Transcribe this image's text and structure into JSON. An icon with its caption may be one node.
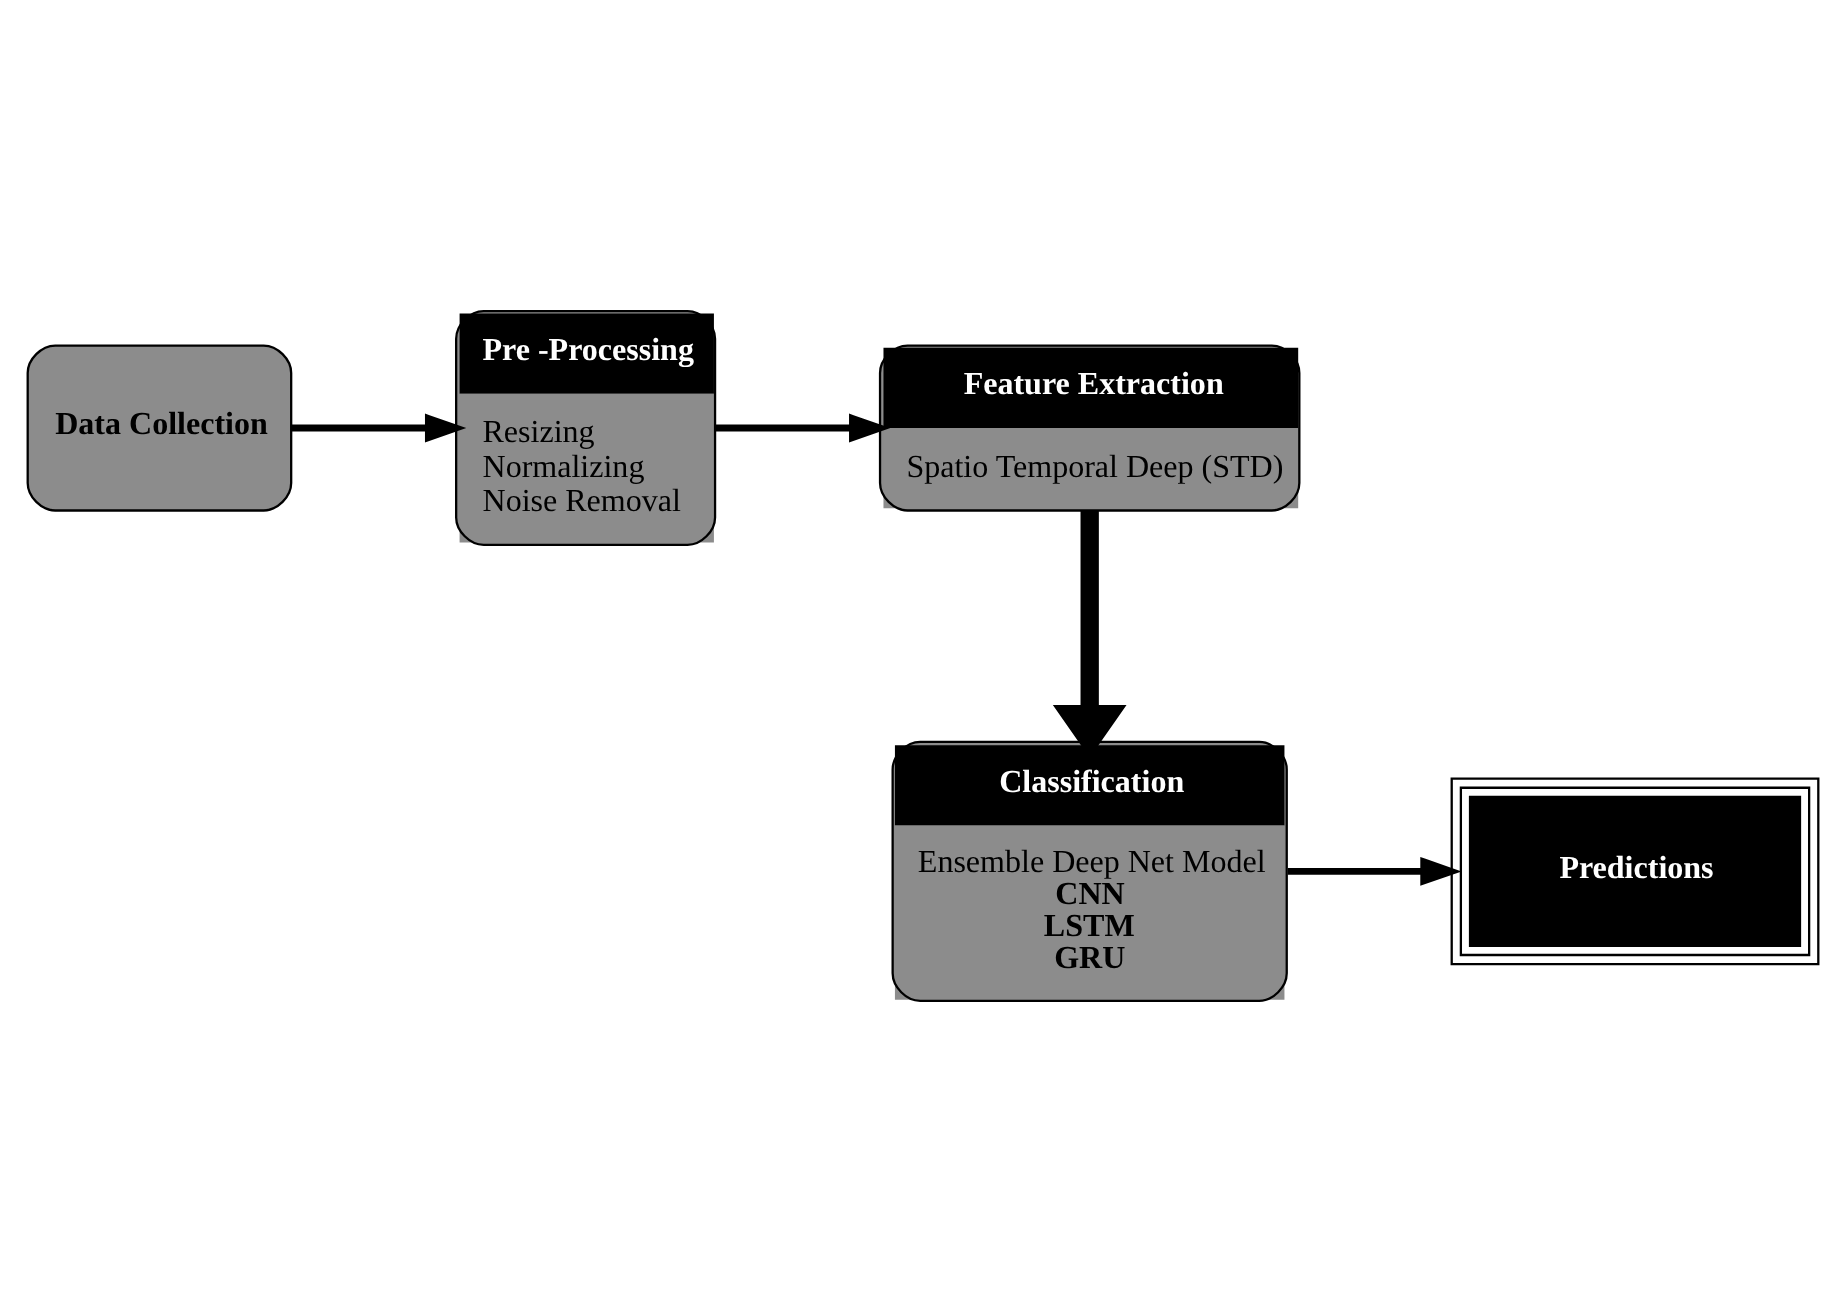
{
  "diagram": {
    "nodes": [
      {
        "text": [
          "Data Collection"
        ]
      },
      {
        "text": [
          "Pre -Processing",
          "Resizing",
          "Normalizing",
          "Noise Removal"
        ]
      },
      {
        "text": [
          "Feature Extraction",
          "Spatio Temporal Deep (STD)"
        ]
      },
      {
        "text": [
          "Classification",
          "Ensemble Deep Net Model",
          "CNN",
          "LSTM",
          "GRU"
        ]
      },
      {
        "text": [
          "Predictions"
        ]
      }
    ],
    "edges": [
      {
        "from": 0,
        "to": 1,
        "arrow": "to"
      },
      {
        "from": 1,
        "to": 2,
        "arrow": "to"
      },
      {
        "from": 2,
        "to": 3,
        "arrow": "to",
        "style": "thick"
      },
      {
        "from": 3,
        "to": 4,
        "arrow": "to"
      }
    ]
  }
}
